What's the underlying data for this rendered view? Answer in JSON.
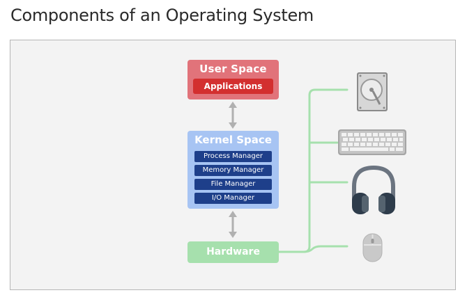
{
  "page": {
    "title": "Components of an Operating System"
  },
  "diagram": {
    "user_space": {
      "label": "User Space",
      "sub": "Applications"
    },
    "kernel_space": {
      "label": "Kernel Space",
      "managers": [
        "Process Manager",
        "Memory Manager",
        "File Manager",
        "I/O Manager"
      ]
    },
    "hardware": {
      "label": "Hardware"
    },
    "devices": [
      "hard-drive-icon",
      "keyboard-icon",
      "headphones-icon",
      "mouse-icon"
    ],
    "colors": {
      "user": "#e1737a",
      "apps": "#d32f2f",
      "kernel": "#a7c4f3",
      "manager": "#1e3f8a",
      "hardware": "#a6e0ad",
      "connector": "#a6e0ad",
      "arrow": "#b0b0b0"
    }
  }
}
